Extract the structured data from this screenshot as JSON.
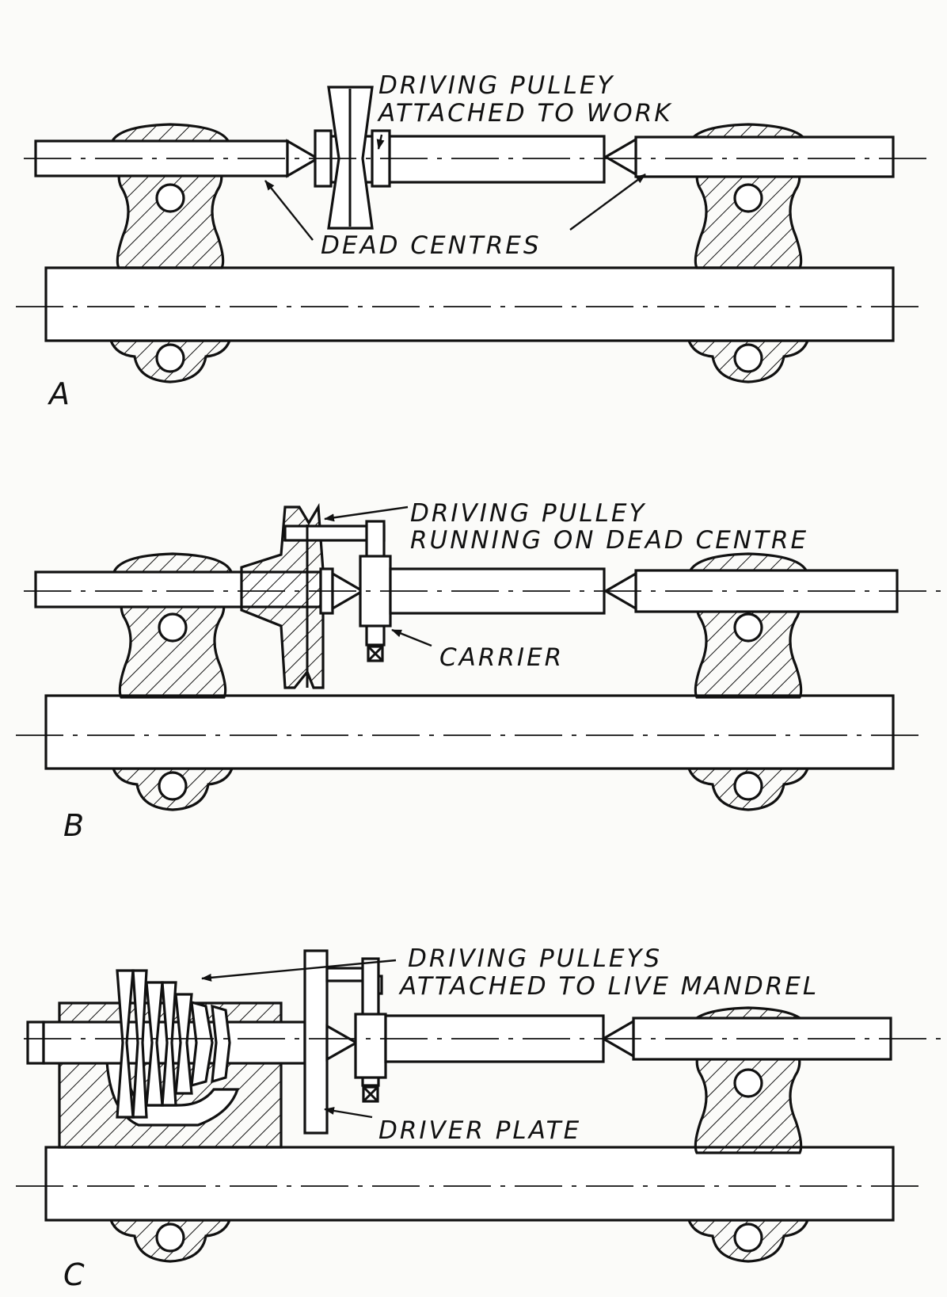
{
  "panels": [
    {
      "letter": "A",
      "labels": {
        "pulley": [
          "DRIVING PULLEY",
          "ATTACHED TO WORK"
        ],
        "centres": "DEAD CENTRES"
      }
    },
    {
      "letter": "B",
      "labels": {
        "pulley": [
          "DRIVING PULLEY",
          "RUNNING ON DEAD CENTRE"
        ],
        "carrier": "CARRIER"
      }
    },
    {
      "letter": "C",
      "labels": {
        "pulleys": [
          "DRIVING PULLEYS",
          "ATTACHED TO LIVE MANDREL"
        ],
        "plate": "DRIVER PLATE"
      }
    }
  ]
}
